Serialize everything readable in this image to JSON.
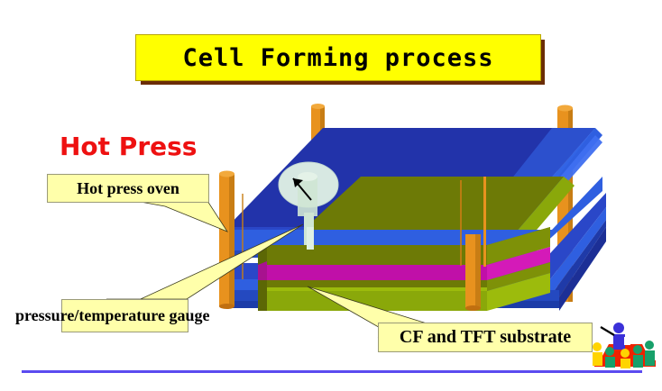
{
  "slide": {
    "title": "Cell Forming process",
    "heading": "Hot Press",
    "background_color": "#ffffff",
    "title_box_color": "#ffff00",
    "title_shadow_color": "#6b2d06",
    "heading_color": "#ee1111",
    "rule_color": "#5b4bf0"
  },
  "callouts": [
    {
      "id": "hot-press-oven",
      "label": "Hot press oven",
      "box_color": "#ffffaa",
      "border_color": "#9a9a78"
    },
    {
      "id": "pressure-temperature-gauge",
      "label": "pressure/temperature gauge",
      "box_color": "#ffffaa",
      "border_color": "#9a9a78"
    },
    {
      "id": "cf-and-tft-substrate",
      "label": "CF and TFT substrate",
      "box_color": "#ffffaa",
      "border_color": "#9a9a78"
    }
  ],
  "diagram": {
    "name": "hot-press-machine",
    "colors": {
      "platen_top": "#2233aa",
      "platen_top_face": "#2a47c8",
      "platen_bright": "#2f5fe0",
      "platen_side": "#1c2f96",
      "post": "#e8921e",
      "post_dark": "#c06f10",
      "post_cap": "#f2a93c",
      "substrate_olive": "#6d7a06",
      "substrate_green": "#8aa80a",
      "substrate_magenta": "#c010a8",
      "gauge_body": "#d7e8e2",
      "gauge_stem": "#cfe6d4",
      "needle": "#000000"
    },
    "parts": [
      "upper-platen",
      "lower-platen",
      "corner-post",
      "upper-substrate-plate",
      "cf-tft-substrate-stack",
      "pressure-gauge"
    ]
  },
  "logo": {
    "name": "presentation-classroom-logo",
    "colors": {
      "table": "#ef2200",
      "presenter": "#3b31d8",
      "audience_green": "#17a06a",
      "audience_yellow": "#ffd400",
      "pointer": "#000000"
    }
  }
}
